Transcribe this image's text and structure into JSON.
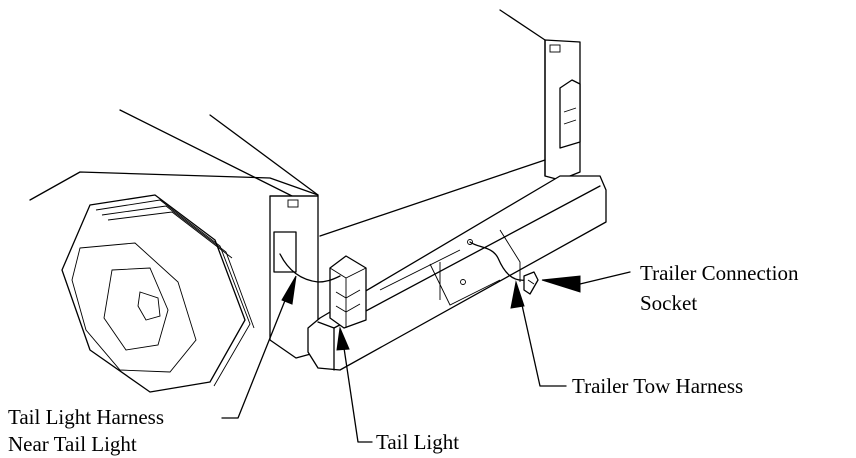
{
  "labels": {
    "trailer_connection_socket": [
      "Trailer Connection",
      "Socket"
    ],
    "trailer_tow_harness": "Trailer Tow Harness",
    "tail_light_harness": [
      "Tail Light Harness",
      "Near Tail Light"
    ],
    "tail_light": "Tail Light"
  },
  "colors": {
    "line": "#000000",
    "background": "#ffffff"
  }
}
